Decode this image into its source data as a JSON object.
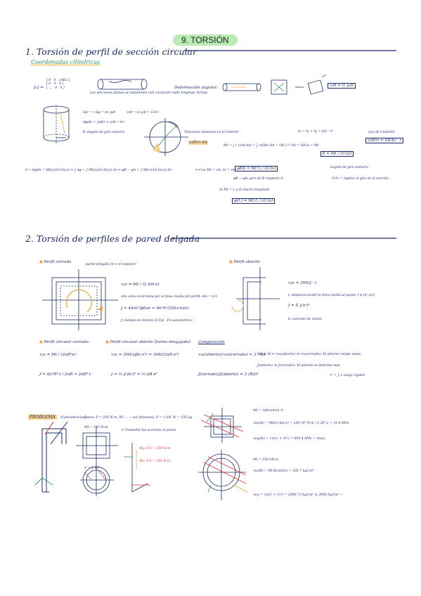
{
  "page_title": "9. TORSIÓN",
  "sections": {
    "s1_title": "1. Torsión de perfil de sección circular",
    "s1_subtitle": "Coordenadas cilíndricas",
    "s2_title": "2. Torsión de perfiles de pared delgada"
  },
  "s1": {
    "matrix_label": "[ε] =",
    "planes_note": "Las secciones planas se mantienen (sin variación radio-longitud, forma)",
    "def_angular": "Deformación angular:",
    "gamma_box": "τzθ = G γzθ",
    "arc_eq": "AA' = r·dφ = dz·γzθ",
    "dphi_eq": "dφ/dz = γzθ/r  ⇒  γzθ = θ·r",
    "theta_note": "θ: ángulo de giro unitario",
    "tau_eq": "τzθ = G·γzθ = G·θ·r",
    "tensiones_note": "Tensiones máximas en el exterior",
    "mt_eq": "Mt = ∫ r (τzθ dA) = ∫ r(Gθr) dA = Gθ ∫ r² dA = Gθ·Io = Mt",
    "io_eq": "Io = Ix + Iy = π/2 · r⁴",
    "hooke_label": "Ley de Coulomb",
    "hooke_box": "τzθ(r) = Mt/Io · r",
    "theta_box": "θ = Mt / (G·Io)",
    "giro_note": "ángulo de giro unitario",
    "gio_note": "G·Io = rigidez al giro de la sección",
    "int_eq": "θ = dφ/dz = Mt(z)/(G·Io(z))  ⇒  ∫ dφ = ∫ Mt(z)/(G·Io(z)) dz  ⇒  φB − φA = ∫ Mt(z)/(G·Io(z)) dz",
    "const_note": "⇒ Con Mt = cte, Io = cte",
    "phi_box": "φBA = Mt·L / (G·Io)",
    "rel_note": "φB − φA: giro de B respecto A",
    "if_note": "Si Mt = L y Io (barra longitud)",
    "phi_box2": "φ(L) = Mt·L / (G·Io)"
  },
  "s2": {
    "closed_label": "Perfil cerrado",
    "closed_note": "pared delgada (le e el espesor)",
    "tau_closed": "τzs = Mt / (2·Am·e)",
    "am_note": "Am: área encerrada por la línea media del perfil: Am = b·h",
    "j_closed": "J = 4Am²/∮ds/e = 4b²h²/(2(b+h)/e)",
    "j_note": "J: módulo de torsión (I.Tp) · Fn paramétrico",
    "open_label": "Perfil abierto",
    "tau_open": "τzs = 3Mt/J · t",
    "t_note": "t: distancia desde la línea media al punto: t ∈ (0, e/2)",
    "j_open": "J = Σ ∮ b·t³",
    "e_note": "b: extremo de tramo",
    "circ_closed_label": "Perfil circular cerrado:",
    "tau_cc": "τzs = Mt / (2πR²e)",
    "j_cc": "J = 4π²R⁴·t / 2πR = 2πR³·t",
    "circ_open_label": "Perfil circular abierto (forma desgajada)",
    "tau_co": "τzs = 3Mt/(∮ds e³) = 3Mt/(2πR e²)",
    "j_co": "J = ⅓ ∮ ds·t³ = ⅔ πR e³",
    "comp_label": "Comparación",
    "comp_ratio": "τzs(abierto)/τzs(cerrado) = 3 · R/t",
    "j_ratio": "J(cerrado)/J(abierto) = 3 (R/t)²",
    "concl1": "R/t ≥ 10 ⇒ τzs(abierto) ≫ τzs(cerrado): El abierto rompe antes",
    "concl2": "J(abierto) ≪ J(cerrado): El abierto se deforma más",
    "concl3": "t² ↑ J ≈ luego rigidez"
  },
  "problem": {
    "tag": "PROBLEMA",
    "tag_note": "(Coincidencias)",
    "data": "Datos: P = 250 N·m, W? ... → sol (fluencia): P = 1 kN, W = 250 kg",
    "step_note": "① Trasladar las acciones al punto",
    "mt_label": "Mt = 125 N·m",
    "v_label": "V = 1 kN",
    "moment_a": "My: 0.5 = 250 N·m",
    "moment_b": "Mz: 0.5 = 250 N·m",
    "right_head": "Mt = referencia ⑤",
    "tau_t": "τzs(At) = Mt/(2·Am·e) = 250·10³ N·m / 2·20²·2 = 10.4 MPa",
    "tau_eq": "τeq(At) = √(σx² + 3τ²) = 600.4 MPa = τmax",
    "mt2": "Mt = 250 kN·m",
    "tau_mid": "τxz(B) = Mt·Rcol/(Io) = 185.7 kg/cm²",
    "tau_final": "τeq = √(σx² + 3τ²) = 2800.73 kg/cm² ≤ 3000 kg/cm² ✓"
  },
  "colors": {
    "ink": "#1b2a6b",
    "green": "#2e9a55",
    "orange": "#f0a53a",
    "pill": "#b9ecb5",
    "red": "#d9302a"
  }
}
